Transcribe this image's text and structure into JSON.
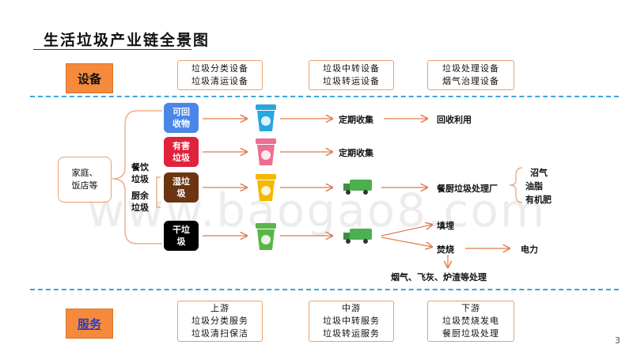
{
  "title": "生活垃圾产业链全景图",
  "equipment_label": "设备",
  "service_label": "服务",
  "equipment_boxes": [
    {
      "line1": "垃圾分类设备",
      "line2": "垃圾清运设备"
    },
    {
      "line1": "垃圾中转设备",
      "line2": "垃圾转运设备"
    },
    {
      "line1": "垃圾处理设备",
      "line2": "烟气治理设备"
    }
  ],
  "service_boxes": [
    {
      "line1": "上游",
      "line2": "垃圾分类服务",
      "line3": "垃圾清扫保洁"
    },
    {
      "line1": "中游",
      "line2": "垃圾中转服务",
      "line3": "垃圾转运服务"
    },
    {
      "line1": "下游",
      "line2": "垃圾焚烧发电",
      "line3": "餐厨垃圾处理"
    }
  ],
  "source": {
    "line1": "家庭、",
    "line2": "饭店等"
  },
  "kitchen_group": {
    "catering": "餐饮垃圾",
    "kitchen": "厨余垃圾"
  },
  "categories": [
    {
      "line1": "可回",
      "line2": "收物",
      "color": "#4a86e8"
    },
    {
      "line1": "有害",
      "line2": "垃圾",
      "color": "#e0223a"
    },
    {
      "line1": "湿垃",
      "line2": "圾",
      "color": "#6b3510"
    },
    {
      "line1": "干垃",
      "line2": "圾",
      "color": "#000000"
    }
  ],
  "bin_colors": [
    "#2aa6df",
    "#ee6f93",
    "#f5b800",
    "#58b548"
  ],
  "flow": {
    "collect1": "定期收集",
    "recycle": "回收利用",
    "collect2": "定期收集",
    "kitchen_plant": "餐厨垃圾处理厂",
    "outputs": [
      "沼气",
      "油脂",
      "有机肥"
    ],
    "landfill": "填埋",
    "incinerate": "焚烧",
    "power": "电力",
    "residue": "烟气、飞灰、炉渣等处理"
  },
  "watermark": "www.baogao8.com",
  "page_number": "3",
  "colors": {
    "accent_orange": "#f58a3c",
    "arrow": "#e07a4a",
    "divider": "#3aa6d8",
    "truck": "#4caf50"
  }
}
